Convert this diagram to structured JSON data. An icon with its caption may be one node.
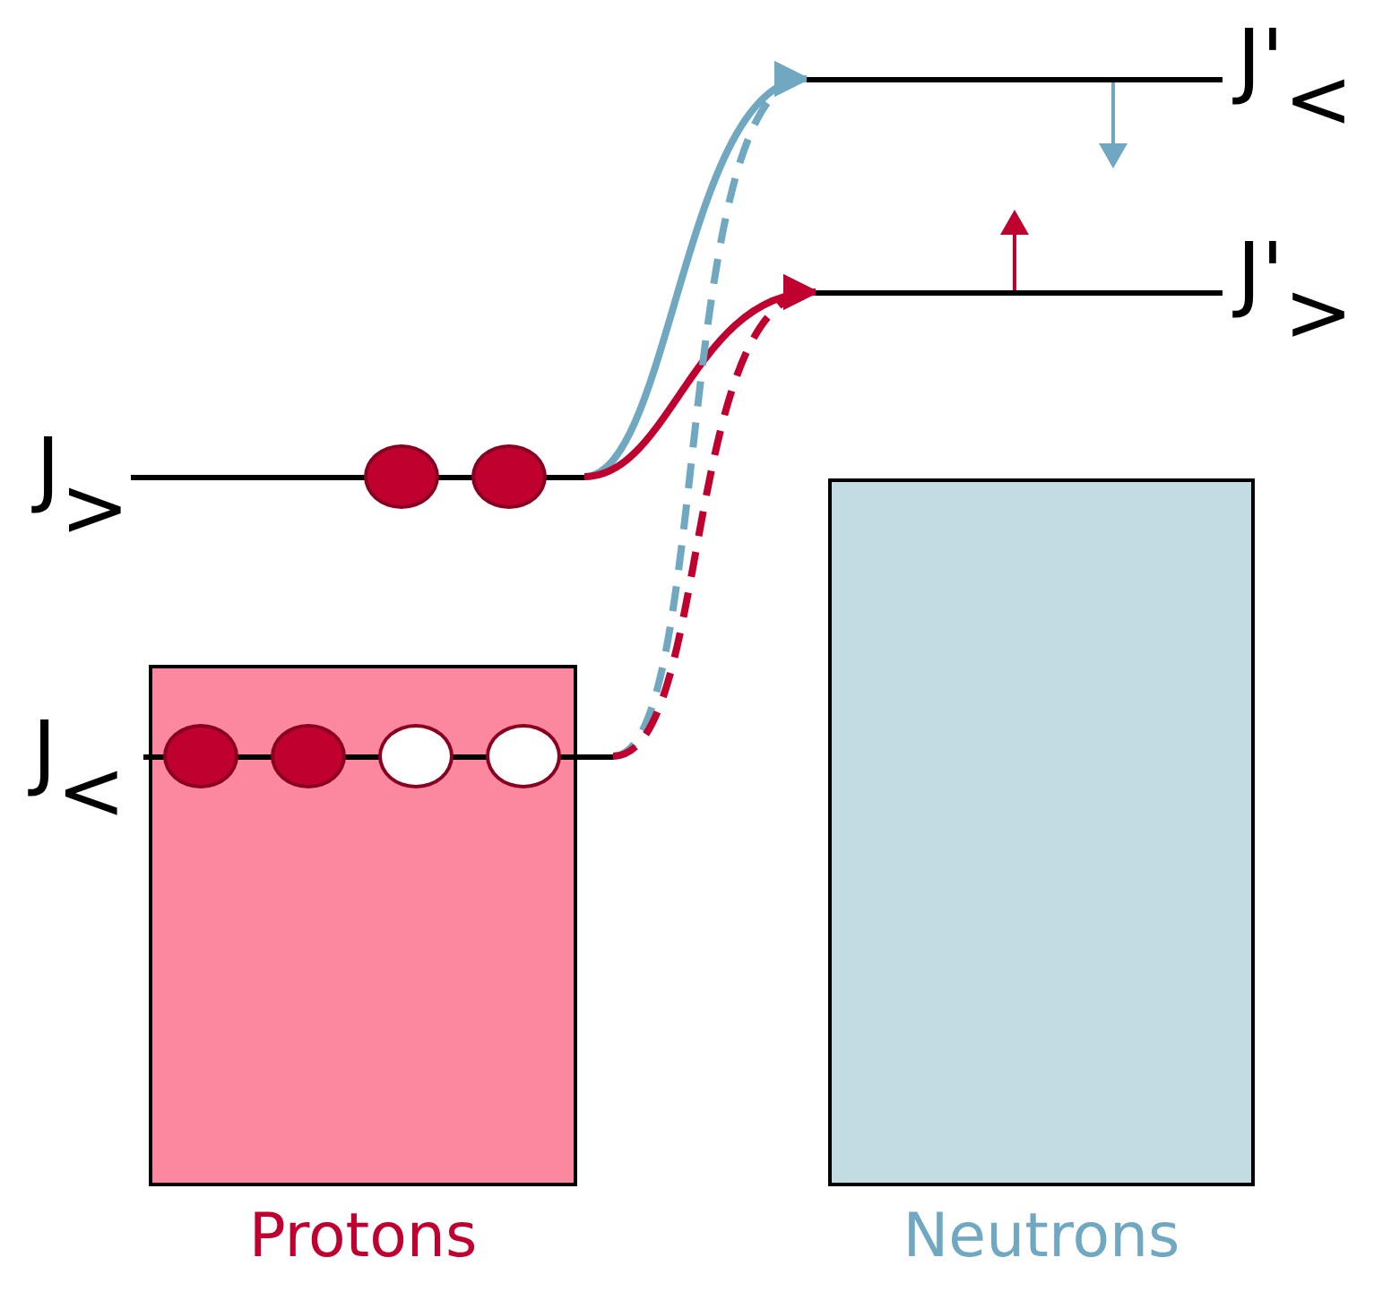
{
  "diagram": {
    "nodes": [
      {
        "text": [
          "J$_{>}$"
        ]
      },
      {
        "text": [
          "J$_{<}$"
        ]
      },
      {
        "text": [
          "J'$_{<}$"
        ]
      },
      {
        "text": [
          "J'$_{>}$"
        ]
      },
      {
        "text": [
          "Protons"
        ]
      },
      {
        "text": [
          "Neutrons"
        ]
      }
    ],
    "edges": [
      {
        "from": 0,
        "to": 2,
        "arrow": "to",
        "color": "#6fa8c0"
      },
      {
        "from": 0,
        "to": 3,
        "arrow": "to",
        "color": "#c0002f"
      },
      {
        "from": 1,
        "to": 2,
        "arrow": "to",
        "style": "dashed",
        "color": "#6fa8c0"
      },
      {
        "from": 1,
        "to": 3,
        "arrow": "to",
        "style": "dashed",
        "color": "#c0002f"
      }
    ]
  }
}
